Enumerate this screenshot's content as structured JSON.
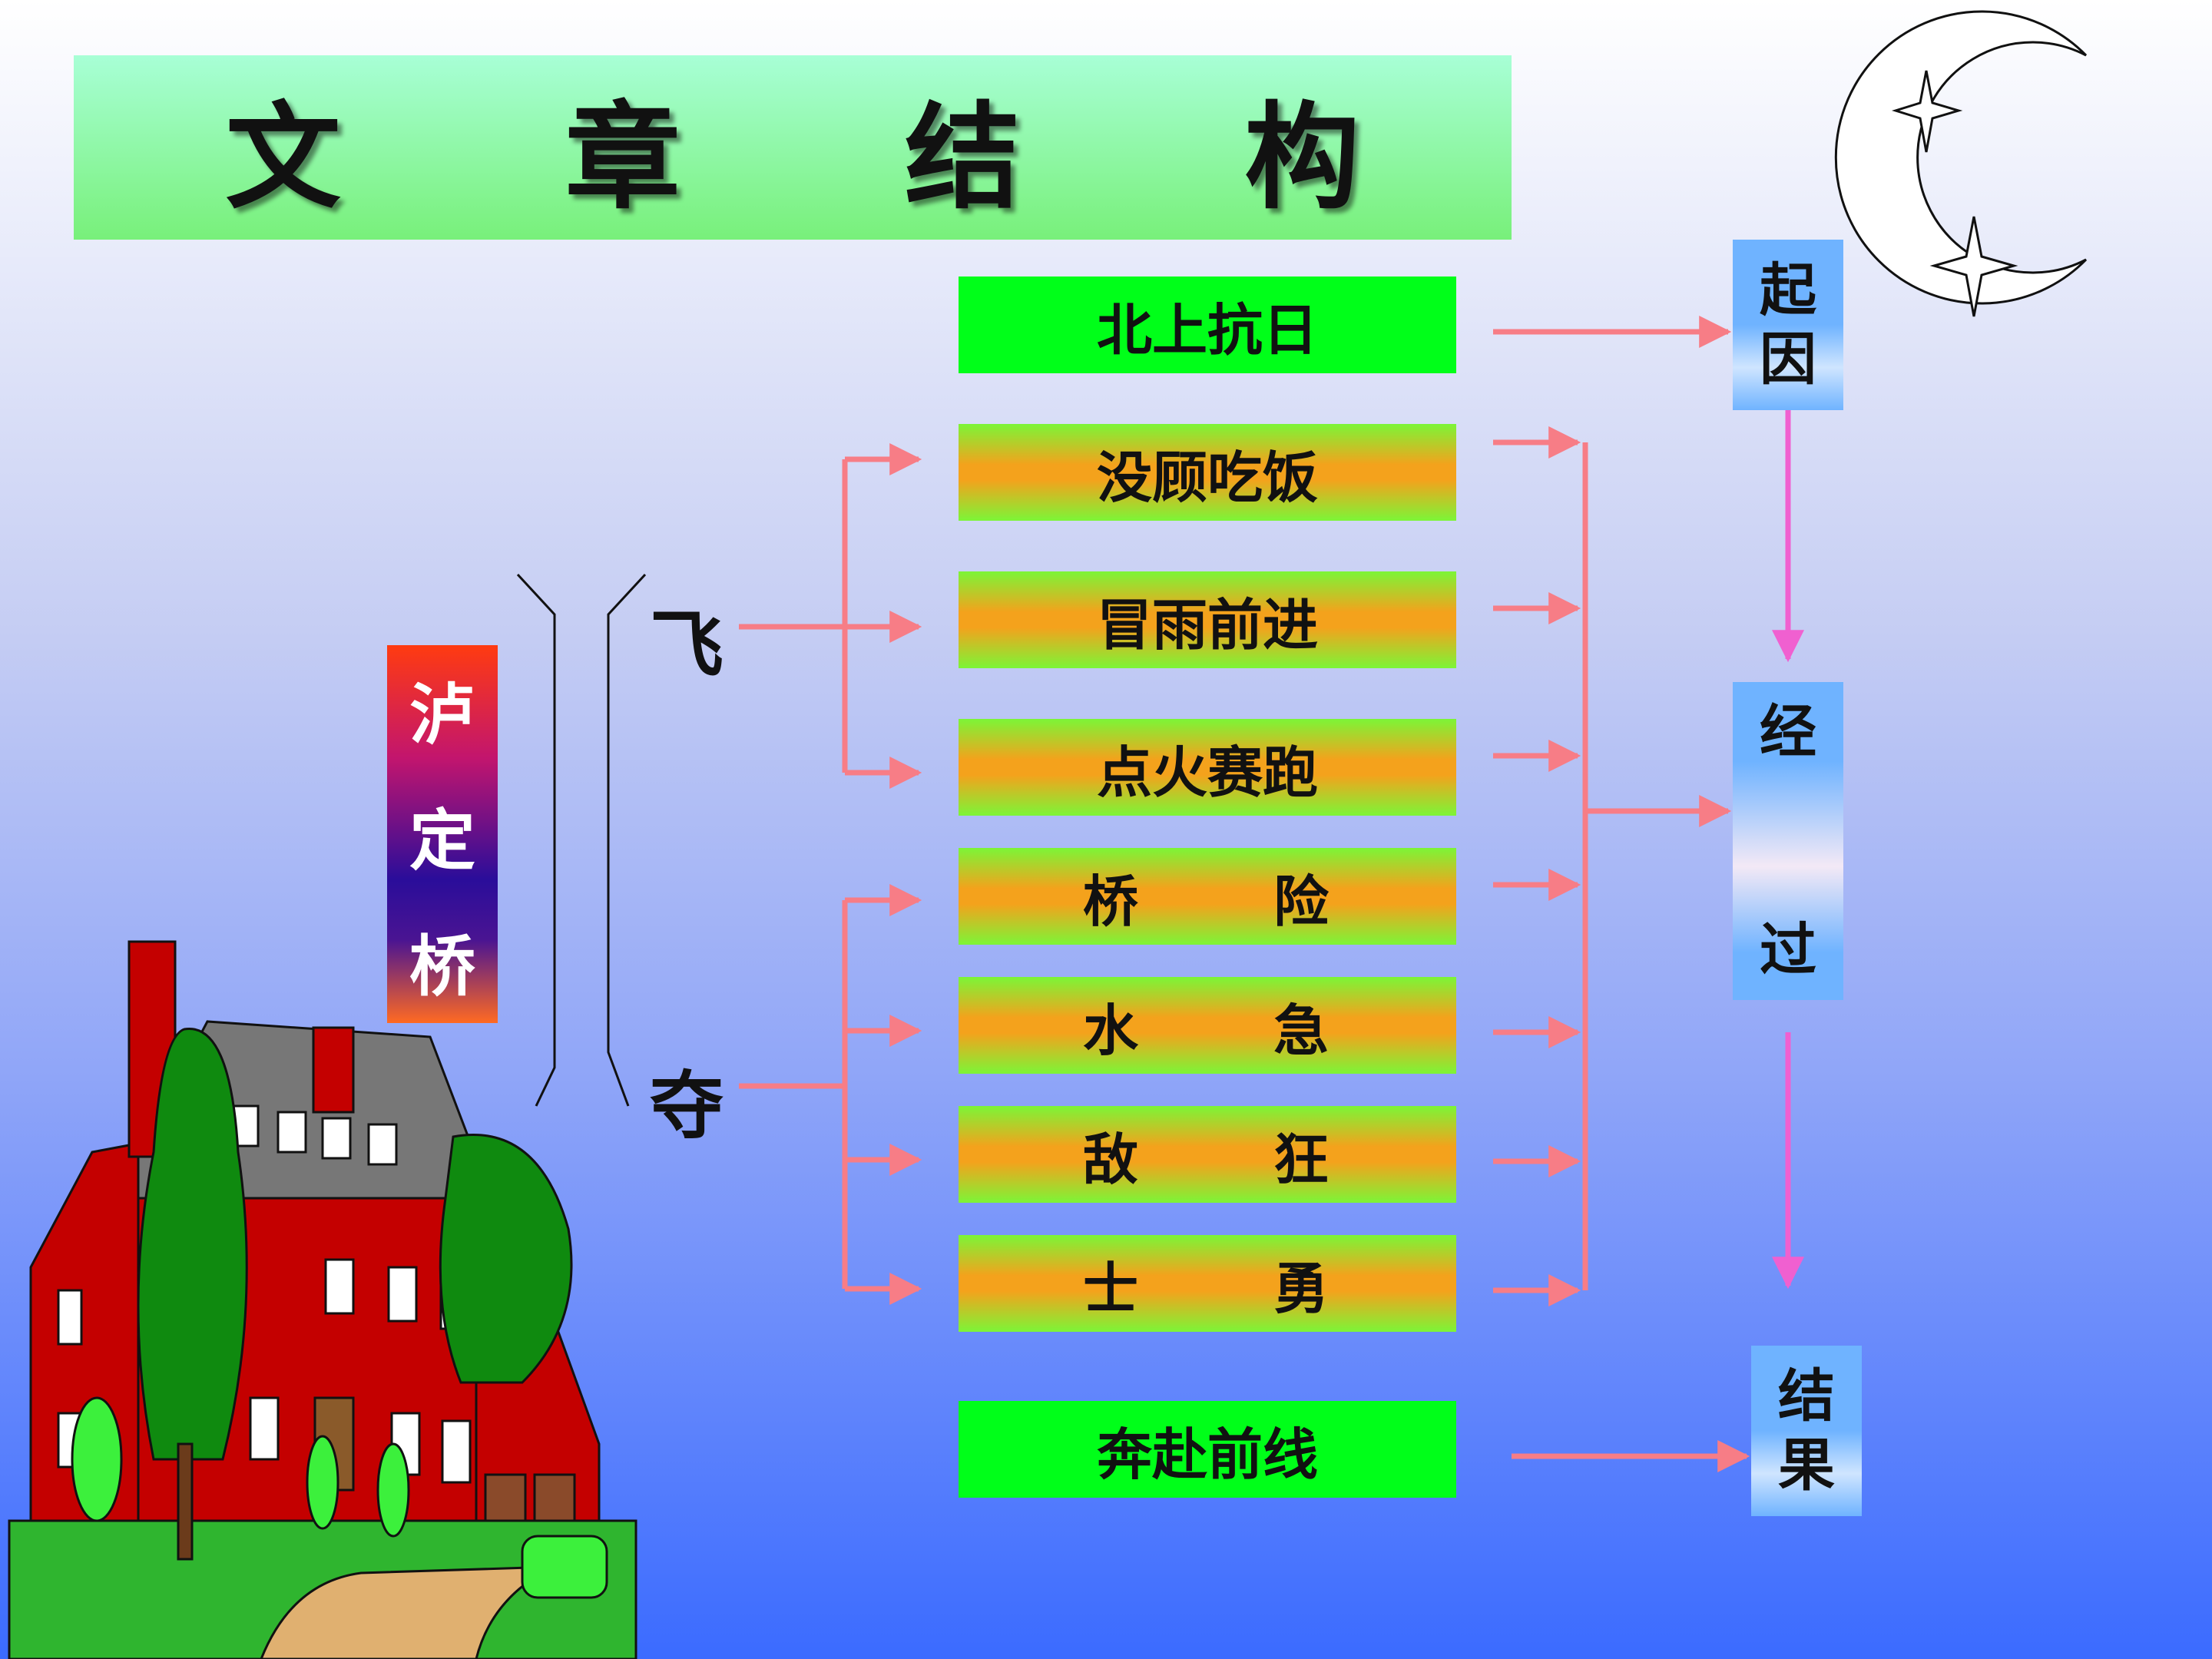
{
  "title": "文 章 结 构",
  "bridge": {
    "label": [
      "泸",
      "定",
      "桥"
    ]
  },
  "branches": {
    "fly": "飞",
    "seize": "夺"
  },
  "events": [
    {
      "id": "start",
      "text": "北上抗日",
      "style": "green"
    },
    {
      "id": "e1",
      "text": "没顾吃饭",
      "style": "gradient"
    },
    {
      "id": "e2",
      "text": "冒雨前进",
      "style": "gradient"
    },
    {
      "id": "e3",
      "text": "点火赛跑",
      "style": "gradient"
    },
    {
      "id": "e4",
      "left": "桥",
      "right": "险",
      "style": "gradient"
    },
    {
      "id": "e5",
      "left": "水",
      "right": "急",
      "style": "gradient"
    },
    {
      "id": "e6",
      "left": "敌",
      "right": "狂",
      "style": "gradient"
    },
    {
      "id": "e7",
      "left": "士",
      "right": "勇",
      "style": "gradient"
    },
    {
      "id": "end",
      "text": "奔赴前线",
      "style": "green"
    }
  ],
  "phases": {
    "cause": [
      "起",
      "因"
    ],
    "process": [
      "经",
      "过"
    ],
    "result": [
      "结",
      "果"
    ]
  },
  "colors": {
    "arrow": "#f77d86",
    "phase_arrow": "#f060d0",
    "green_box": "#00ff19",
    "orange_band": "#f4a21c"
  }
}
